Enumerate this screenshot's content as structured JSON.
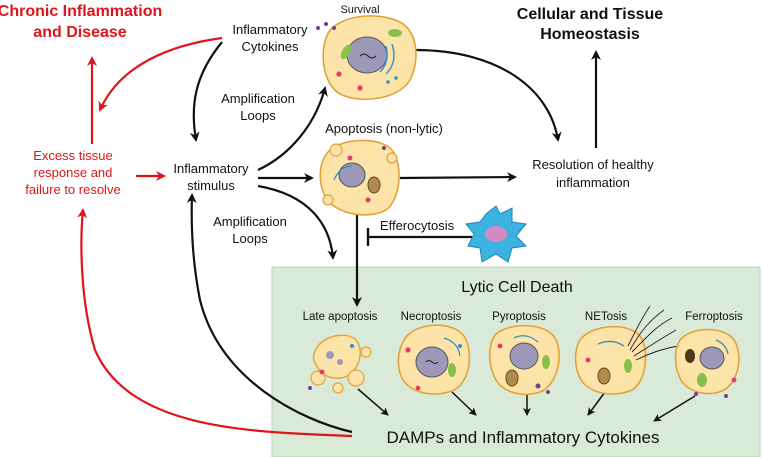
{
  "colors": {
    "red": "#e0141b",
    "black": "#111111",
    "green_panel": "#d9ead9",
    "green_border": "#b8d4b8",
    "cell_fill": "#fce3a8",
    "cell_stroke": "#e2a23a",
    "nucleus_fill": "#9d98b8",
    "macrophage": "#3cb2e0"
  },
  "labels": {
    "chronic_title_1": "Chronic Inflammation",
    "chronic_title_2": "and Disease",
    "excess_1": "Excess tissue",
    "excess_2": "response and",
    "excess_3": "failure to resolve",
    "cytokines_1": "Inflammatory",
    "cytokines_2": "Cytokines",
    "amp_top_1": "Amplification",
    "amp_top_2": "Loops",
    "stimulus_1": "Inflammatory",
    "stimulus_2": "stimulus",
    "amp_bottom_1": "Amplification",
    "amp_bottom_2": "Loops",
    "survival": "Survival",
    "apoptosis": "Apoptosis (non-lytic)",
    "efferocytosis": "Efferocytosis",
    "homeostasis_1": "Cellular and Tissue",
    "homeostasis_2": "Homeostasis",
    "resolution_1": "Resolution of healthy",
    "resolution_2": "inflammation",
    "lytic_title": "Lytic Cell Death",
    "late_apoptosis": "Late apoptosis",
    "necroptosis": "Necroptosis",
    "pyroptosis": "Pyroptosis",
    "netosis": "NETosis",
    "ferroptosis": "Ferroptosis",
    "damps": "DAMPs and Inflammatory Cytokines"
  },
  "icons": {
    "cell": "cell-icon",
    "macrophage": "macrophage-icon",
    "net": "neutrophil-extracellular-trap-icon"
  }
}
